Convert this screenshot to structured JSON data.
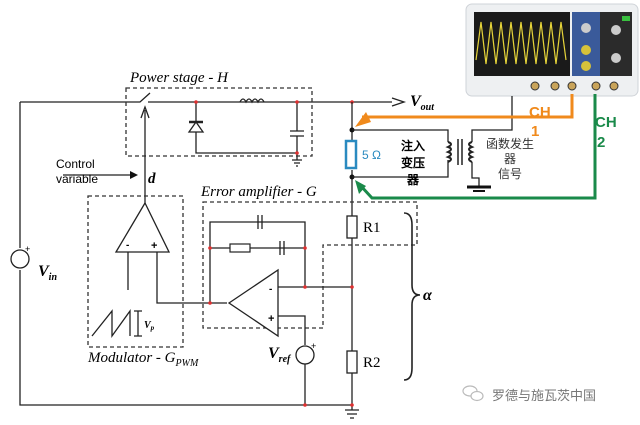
{
  "labels": {
    "power_stage": "Power stage - H",
    "error_amplifier": "Error amplifier - G",
    "modulator": "Modulator - G",
    "modulator_sub": "PWM",
    "control_variable_line1": "Control",
    "control_variable_line2": "variable",
    "duty": "d",
    "vin": "V",
    "vin_sub": "in",
    "vout": "V",
    "vout_sub": "out",
    "vref": "V",
    "vref_sub": "ref",
    "vp": "V",
    "vp_sub": "p",
    "r1": "R1",
    "r2": "R2",
    "alpha": "α",
    "resistor_5ohm": "5 Ω",
    "injection_transformer": [
      "注入",
      "变压",
      "器"
    ],
    "function_generator": [
      "函数发生",
      "器",
      "信号"
    ],
    "ch1_line1": "CH",
    "ch1_line2": "1",
    "ch2_line1": "CH",
    "ch2_line2": "2",
    "plus": "+",
    "minus": "-",
    "watermark": "罗德与施瓦茨中国"
  },
  "colors": {
    "ch1": "#f08a1c",
    "ch2": "#1a8a4a",
    "resistor_5ohm": "#2a8ac0",
    "node": "#e03030",
    "scope_panel": "#3a5a9a"
  }
}
